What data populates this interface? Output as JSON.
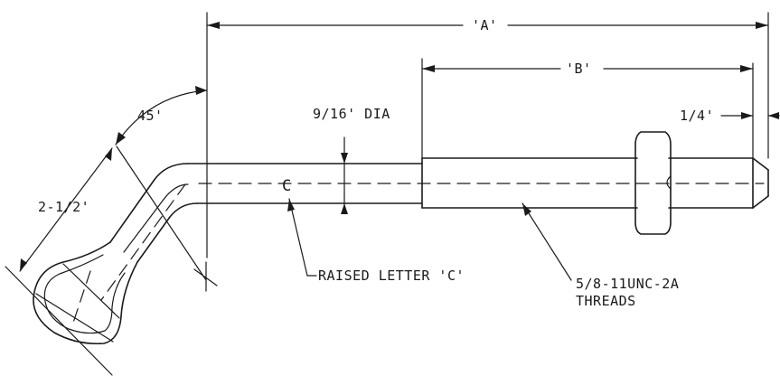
{
  "labels": {
    "dim_a": "'A'",
    "dim_b": "'B'",
    "dim_quarter": "1/4'",
    "angle": "45'",
    "leg_length": "2-1/2'",
    "diameter": "9/16' DIA",
    "raised_letter_mark": "C",
    "raised_letter_note": "RAISED LETTER 'C'",
    "thread_spec_line1": "5/8-11UNC-2A",
    "thread_spec_line2": "THREADS"
  },
  "colors": {
    "ink": "#1a1a1a",
    "paper": "#ffffff"
  }
}
